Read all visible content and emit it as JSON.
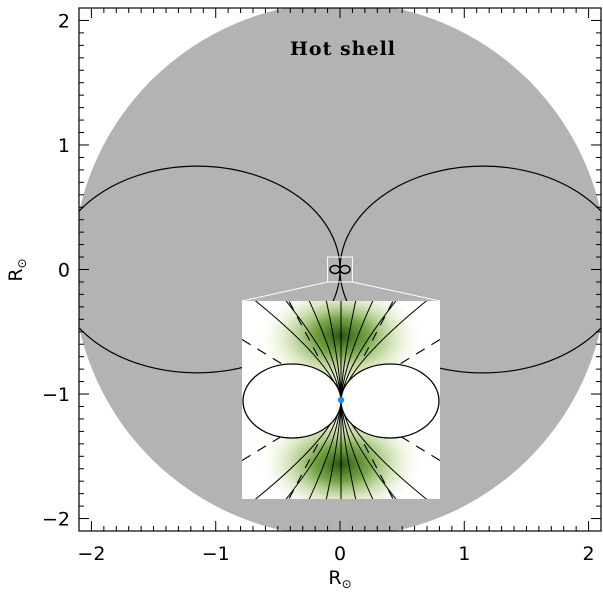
{
  "figure": {
    "shell_label": "Hot shell",
    "xlabel": "R",
    "xlabel_symbol": "⊙",
    "ylabel": "R",
    "ylabel_symbol": "⊙"
  },
  "axes": {
    "xlim": [
      -2.1,
      2.1
    ],
    "ylim": [
      -2.1,
      2.1
    ],
    "xticks": [
      -2,
      -1,
      0,
      1,
      2
    ],
    "yticks": [
      -2,
      -1,
      0,
      1,
      2
    ],
    "xtick_labels": [
      "−2",
      "−1",
      "0",
      "1",
      "2"
    ],
    "ytick_labels": [
      "−2",
      "−1",
      "0",
      "1",
      "2"
    ]
  },
  "shell": {
    "radius": 2.15,
    "color": "#b3b3b3"
  },
  "loops": {
    "centers_x": [
      -1.15,
      1.15
    ],
    "radius_x": 1.15,
    "radius_y": 0.83
  },
  "inset": {
    "source_box": {
      "x": [
        -0.1,
        0.1
      ],
      "y": [
        -0.1,
        0.1
      ]
    },
    "center_marker_color": "#1a8cff",
    "field_color": "#2f6d00"
  },
  "colors": {
    "background": "#ffffff",
    "shell": "#b3b3b3",
    "line": "#000000",
    "inset_frame": "#ffffff"
  }
}
